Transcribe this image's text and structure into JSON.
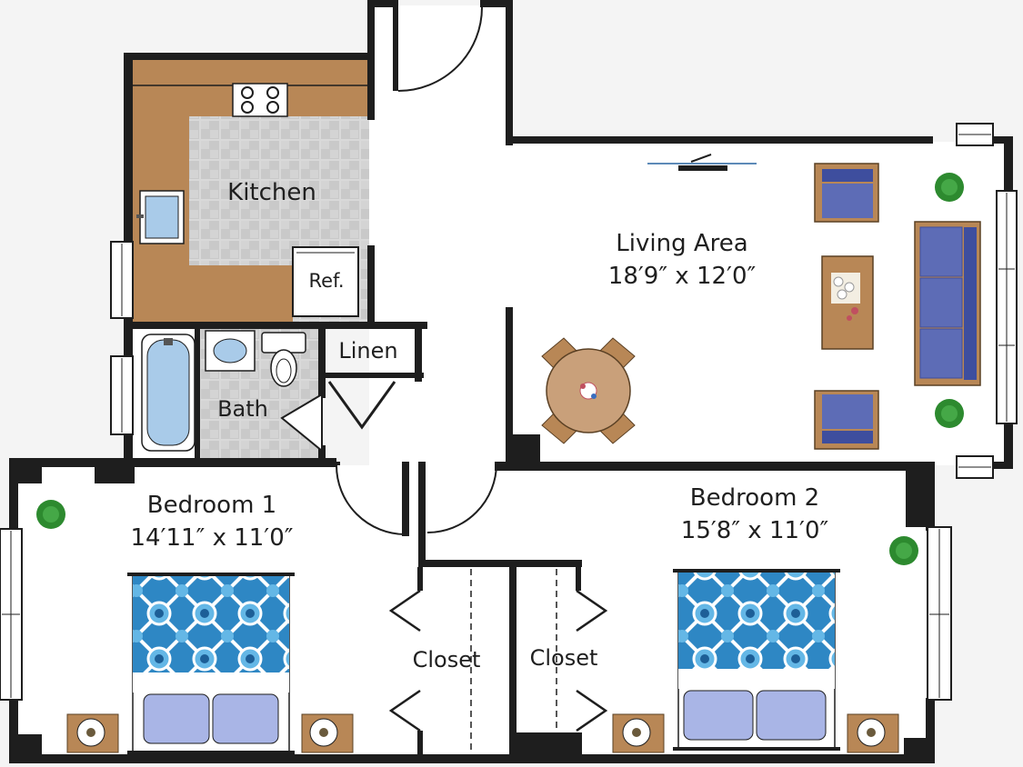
{
  "rooms": {
    "kitchen": {
      "label": "Kitchen"
    },
    "refrigerator": {
      "label": "Ref."
    },
    "living_area": {
      "label": "Living Area",
      "dimensions": "18′9″ x 12′0″"
    },
    "bath": {
      "label": "Bath"
    },
    "linen": {
      "label": "Linen"
    },
    "bedroom1": {
      "label": "Bedroom 1",
      "dimensions": "14′11″ x 11′0″"
    },
    "bedroom2": {
      "label": "Bedroom 2",
      "dimensions": "15′8″ x 11′0″"
    },
    "closet1": {
      "label": "Closet"
    },
    "closet2": {
      "label": "Closet"
    }
  },
  "colors": {
    "wall": "#1e1e1e",
    "floor": "#ffffff",
    "background": "#f4f4f4",
    "kitchen_counter": "#b88756",
    "tile": "#cfcfcf",
    "sofa": "#5d6cb6",
    "wood": "#b88756",
    "bed_pattern": "#2e87c4",
    "pillow": "#a9b5e6",
    "plant": "#2d8a2f",
    "water": "#a9cbe9"
  }
}
